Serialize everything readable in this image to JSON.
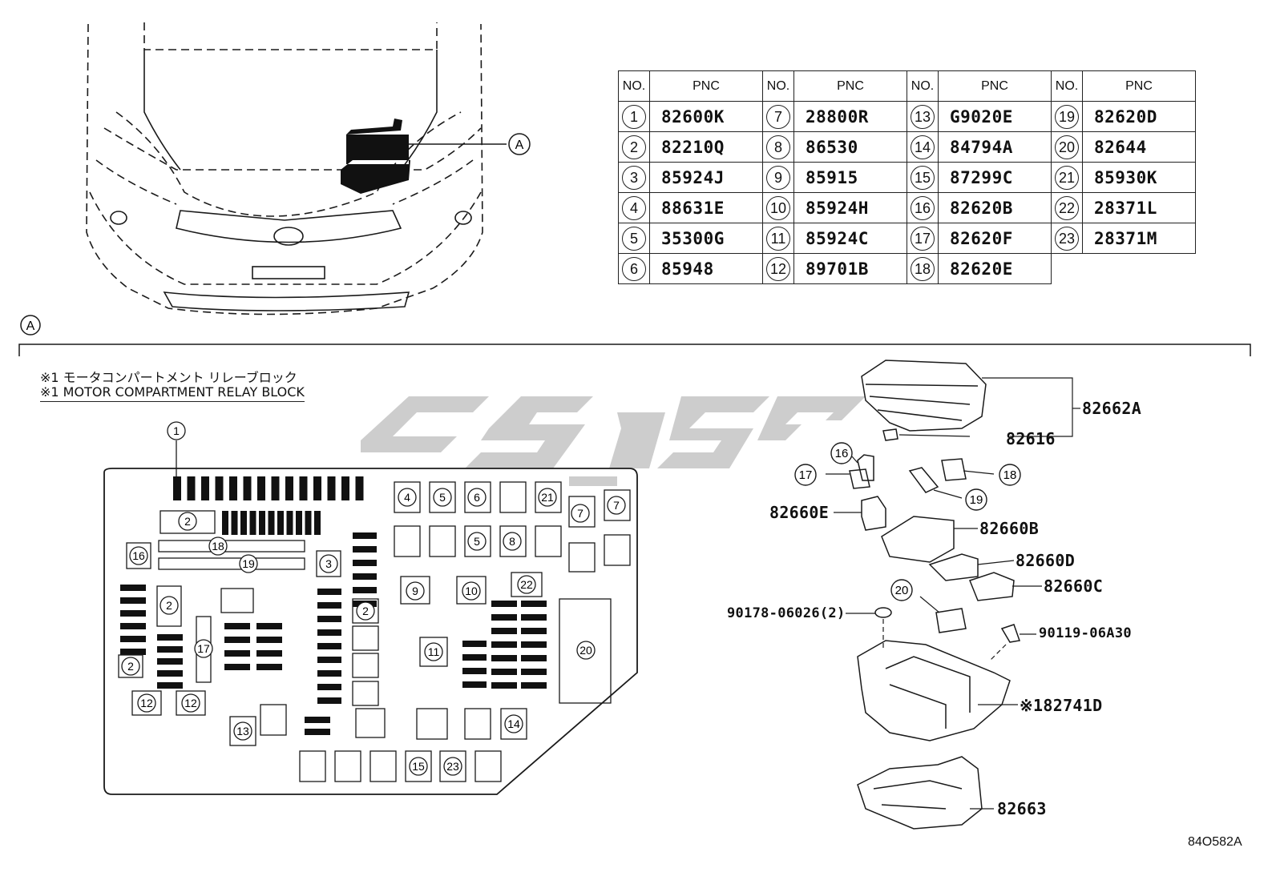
{
  "table": {
    "header_no": "NO.",
    "header_pnc": "PNC",
    "columns": [
      [
        {
          "no": "1",
          "pnc": "82600K"
        },
        {
          "no": "2",
          "pnc": "82210Q"
        },
        {
          "no": "3",
          "pnc": "85924J"
        },
        {
          "no": "4",
          "pnc": "88631E"
        },
        {
          "no": "5",
          "pnc": "35300G"
        },
        {
          "no": "6",
          "pnc": "85948"
        }
      ],
      [
        {
          "no": "7",
          "pnc": "28800R"
        },
        {
          "no": "8",
          "pnc": "86530"
        },
        {
          "no": "9",
          "pnc": "85915"
        },
        {
          "no": "10",
          "pnc": "85924H"
        },
        {
          "no": "11",
          "pnc": "85924C"
        },
        {
          "no": "12",
          "pnc": "89701B"
        }
      ],
      [
        {
          "no": "13",
          "pnc": "G9020E"
        },
        {
          "no": "14",
          "pnc": "84794A"
        },
        {
          "no": "15",
          "pnc": "87299C"
        },
        {
          "no": "16",
          "pnc": "82620B"
        },
        {
          "no": "17",
          "pnc": "82620F"
        },
        {
          "no": "18",
          "pnc": "82620E"
        }
      ],
      [
        {
          "no": "19",
          "pnc": "82620D"
        },
        {
          "no": "20",
          "pnc": "82644"
        },
        {
          "no": "21",
          "pnc": "85930K"
        },
        {
          "no": "22",
          "pnc": "28371L"
        },
        {
          "no": "23",
          "pnc": "28371M"
        }
      ]
    ]
  },
  "callout_a": "A",
  "section_a": "A",
  "note_jp": "※1 モータコンパートメント リレーブロック",
  "note_en": "※1 MOTOR COMPARTMENT RELAY BLOCK",
  "parts": {
    "p82662A": "82662A",
    "p82616": "82616",
    "p82660E": "82660E",
    "p82660B": "82660B",
    "p82660D": "82660D",
    "p82660C": "82660C",
    "p90178": "90178-06026(2)",
    "p90119": "90119-06A30",
    "p82741D": "※182741D",
    "p82663": "82663"
  },
  "exploded_callouts": [
    "16",
    "17",
    "18",
    "19",
    "20"
  ],
  "layout_labels": {
    "one": "1",
    "two": "2",
    "three": "3",
    "four": "4",
    "five": "5",
    "six": "6",
    "seven": "7",
    "eight": "8",
    "nine": "9",
    "ten": "10",
    "eleven": "11",
    "twelve": "12",
    "thirteen": "13",
    "fourteen": "14",
    "fifteen": "15",
    "sixteen": "16",
    "seventeen": "17",
    "eighteen": "18",
    "nineteen": "19",
    "twenty": "20",
    "twentyone": "21",
    "twentytwo": "22",
    "twentythree": "23"
  },
  "diagram_code": "84O582A",
  "colors": {
    "line": "#1a1a1a",
    "watermark": "#c8c8c8",
    "fill_dark": "#111111"
  }
}
